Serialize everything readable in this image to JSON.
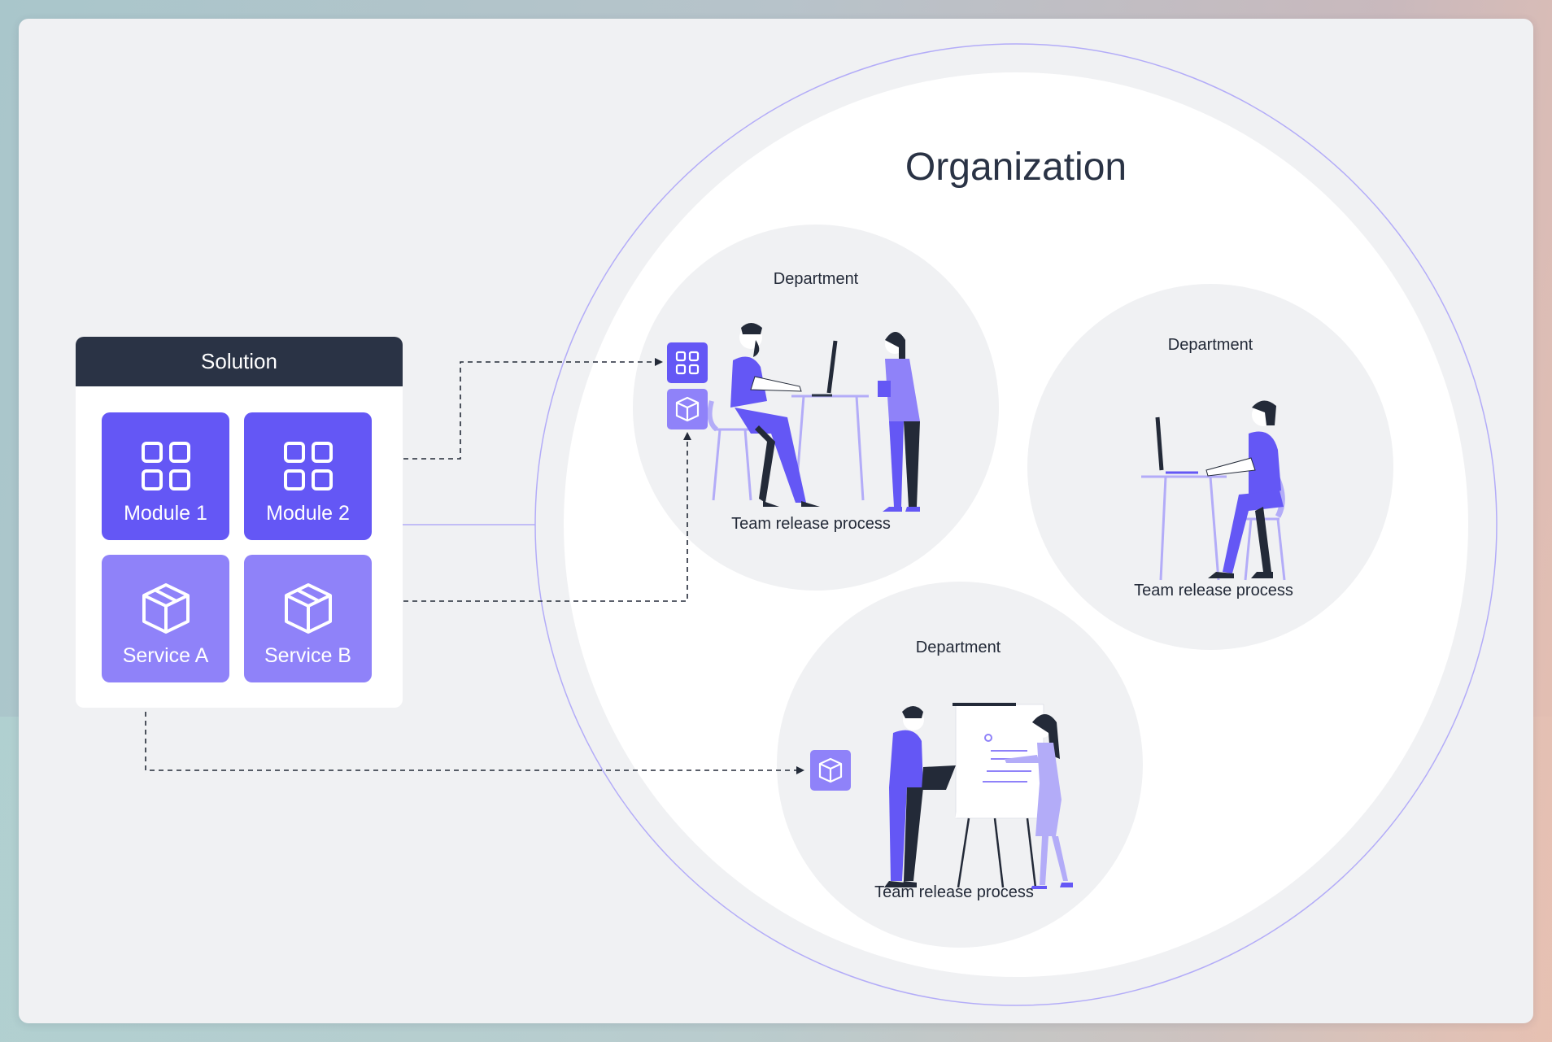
{
  "colors": {
    "module": "#6457f5",
    "service": "#8f82f9",
    "header": "#2a3345",
    "accent_line": "#b3acf8",
    "circle_fill": "#f0f1f3"
  },
  "solution": {
    "title": "Solution",
    "modules": [
      {
        "label": "Module 1",
        "icon": "grid-icon"
      },
      {
        "label": "Module 2",
        "icon": "grid-icon"
      }
    ],
    "services": [
      {
        "label": "Service A",
        "icon": "box-icon"
      },
      {
        "label": "Service B",
        "icon": "box-icon"
      }
    ]
  },
  "organization": {
    "title": "Organization",
    "departments": [
      {
        "title": "Department",
        "process": "Team release process",
        "components": [
          "grid-icon",
          "box-icon"
        ]
      },
      {
        "title": "Department",
        "process": "Team release process",
        "components": []
      },
      {
        "title": "Department",
        "process": "Team release process",
        "components": [
          "box-icon"
        ]
      }
    ]
  }
}
